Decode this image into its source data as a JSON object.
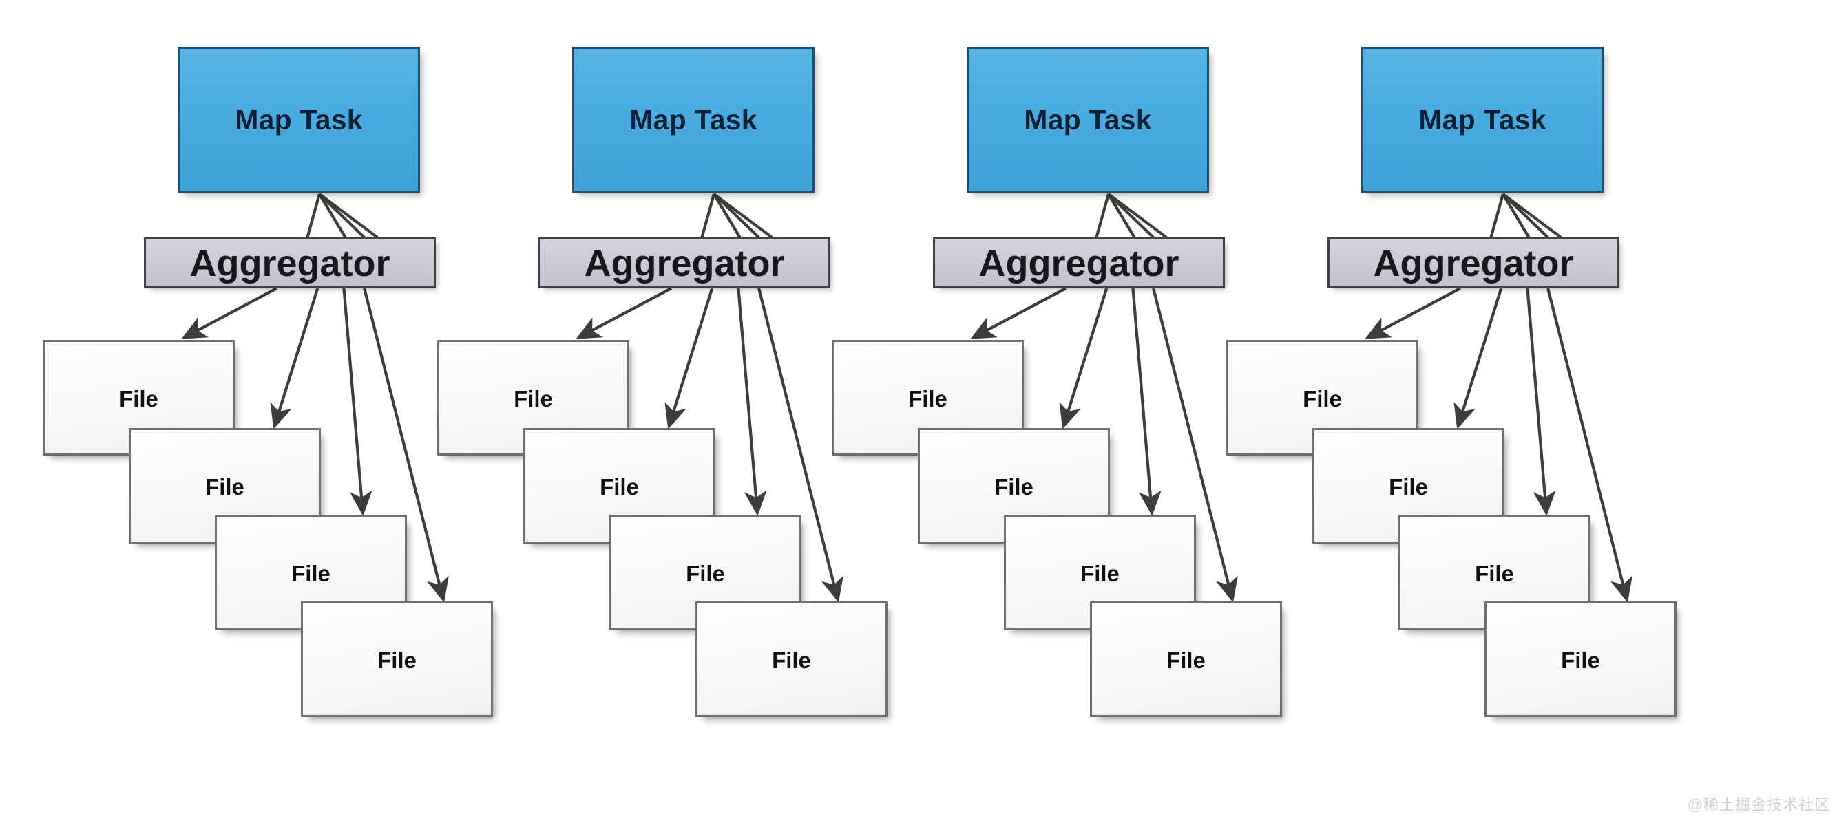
{
  "diagram": {
    "title": "Map Task to Aggregator to File fan-out",
    "colors": {
      "map_task_fill": "#49abdf",
      "map_task_border": "#20506e",
      "map_task_text": "#0a2136",
      "aggregator_fill": "#c9c9d4",
      "aggregator_border": "#3e4248",
      "aggregator_text": "#17181c",
      "file_fill": "#fafafa",
      "file_border": "#6d6f73",
      "file_text": "#101010",
      "connector": "#3d3d3d",
      "background": "#ffffff",
      "watermark": "#d2d2d2"
    },
    "labels": {
      "map_task": "Map Task",
      "aggregator": "Aggregator",
      "file": "File"
    },
    "columns": [
      {
        "id": "column-1",
        "map_task": "Map Task",
        "aggregator": "Aggregator",
        "files": [
          "File",
          "File",
          "File",
          "File"
        ]
      },
      {
        "id": "column-2",
        "map_task": "Map Task",
        "aggregator": "Aggregator",
        "files": [
          "File",
          "File",
          "File",
          "File"
        ]
      },
      {
        "id": "column-3",
        "map_task": "Map Task",
        "aggregator": "Aggregator",
        "files": [
          "File",
          "File",
          "File",
          "File"
        ]
      },
      {
        "id": "column-4",
        "map_task": "Map Task",
        "aggregator": "Aggregator",
        "files": [
          "File",
          "File",
          "File",
          "File"
        ]
      }
    ]
  },
  "watermark": {
    "text": "@稀土掘金技术社区"
  }
}
